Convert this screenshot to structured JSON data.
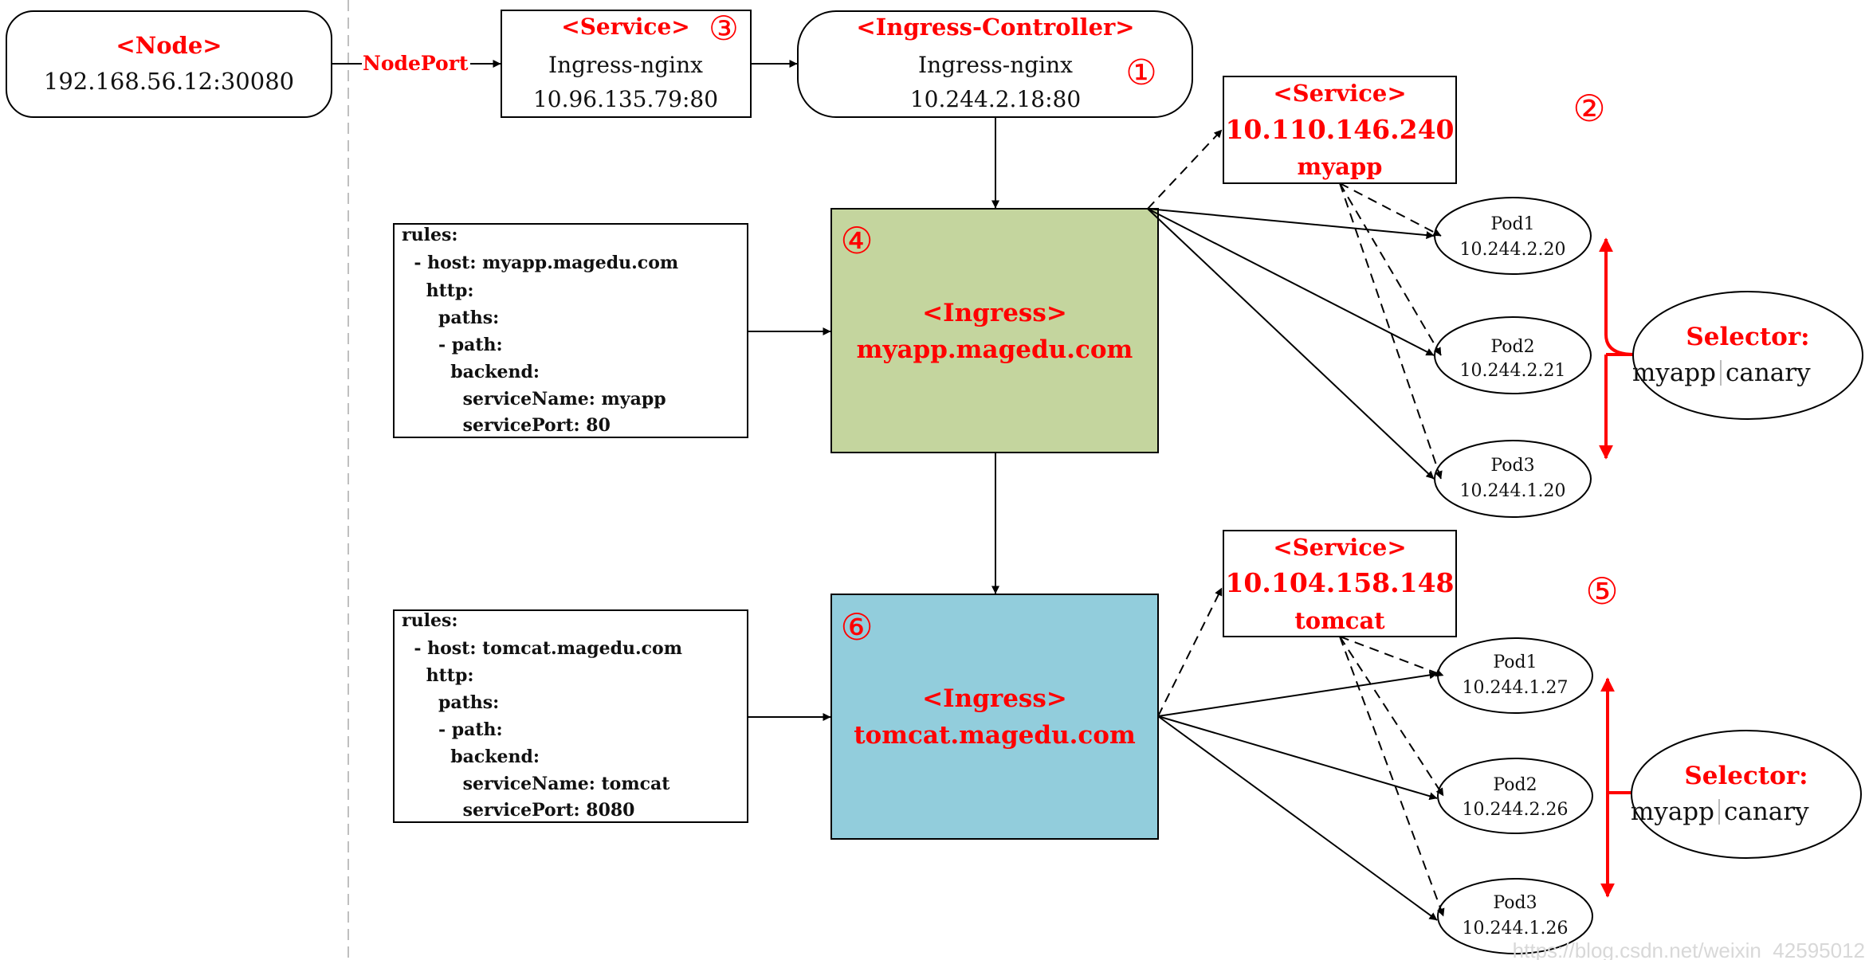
{
  "colors": {
    "accent": "#ff0000",
    "ingress_myapp_fill": "#c4d59e",
    "ingress_tomcat_fill": "#92cddc",
    "stroke": "#000000",
    "divider": "#bfbfbf"
  },
  "node": {
    "title": "<Node>",
    "address": "192.168.56.12:30080"
  },
  "nodeport_label": "NodePort",
  "service_nginx": {
    "title": "<Service>",
    "marker": "③",
    "name": "Ingress-nginx",
    "address": "10.96.135.79:80"
  },
  "controller": {
    "title": "<Ingress-Controller>",
    "name": "Ingress-nginx",
    "address": "10.244.2.18:80",
    "marker": "①"
  },
  "myapp": {
    "rules": [
      "rules:",
      "  - host: myapp.magedu.com",
      "    http:",
      "      paths:",
      "      - path:",
      "        backend:",
      "          serviceName: myapp",
      "          servicePort: 80"
    ],
    "ingress": {
      "marker": "④",
      "title": "<Ingress>",
      "host": "myapp.magedu.com"
    },
    "service": {
      "title": "<Service>",
      "ip": "10.110.146.240",
      "name": "myapp"
    },
    "service_marker": "②",
    "pods": [
      {
        "name": "Pod1",
        "ip": "10.244.2.20"
      },
      {
        "name": "Pod2",
        "ip": "10.244.2.21"
      },
      {
        "name": "Pod3",
        "ip": "10.244.1.20"
      }
    ],
    "selector": {
      "title": "Selector:",
      "label_a": "myapp",
      "label_b": "canary"
    }
  },
  "tomcat": {
    "rules": [
      "rules:",
      "  - host: tomcat.magedu.com",
      "    http:",
      "      paths:",
      "      - path:",
      "        backend:",
      "          serviceName: tomcat",
      "          servicePort: 8080"
    ],
    "ingress": {
      "marker": "⑥",
      "title": "<Ingress>",
      "host": "tomcat.magedu.com"
    },
    "service": {
      "title": "<Service>",
      "ip": "10.104.158.148",
      "name": "tomcat"
    },
    "service_marker": "⑤",
    "pods": [
      {
        "name": "Pod1",
        "ip": "10.244.1.27"
      },
      {
        "name": "Pod2",
        "ip": "10.244.2.26"
      },
      {
        "name": "Pod3",
        "ip": "10.244.1.26"
      }
    ],
    "selector": {
      "title": "Selector:",
      "label_a": "myapp",
      "label_b": "canary"
    }
  },
  "watermark": "https://blog.csdn.net/weixin_42595012"
}
